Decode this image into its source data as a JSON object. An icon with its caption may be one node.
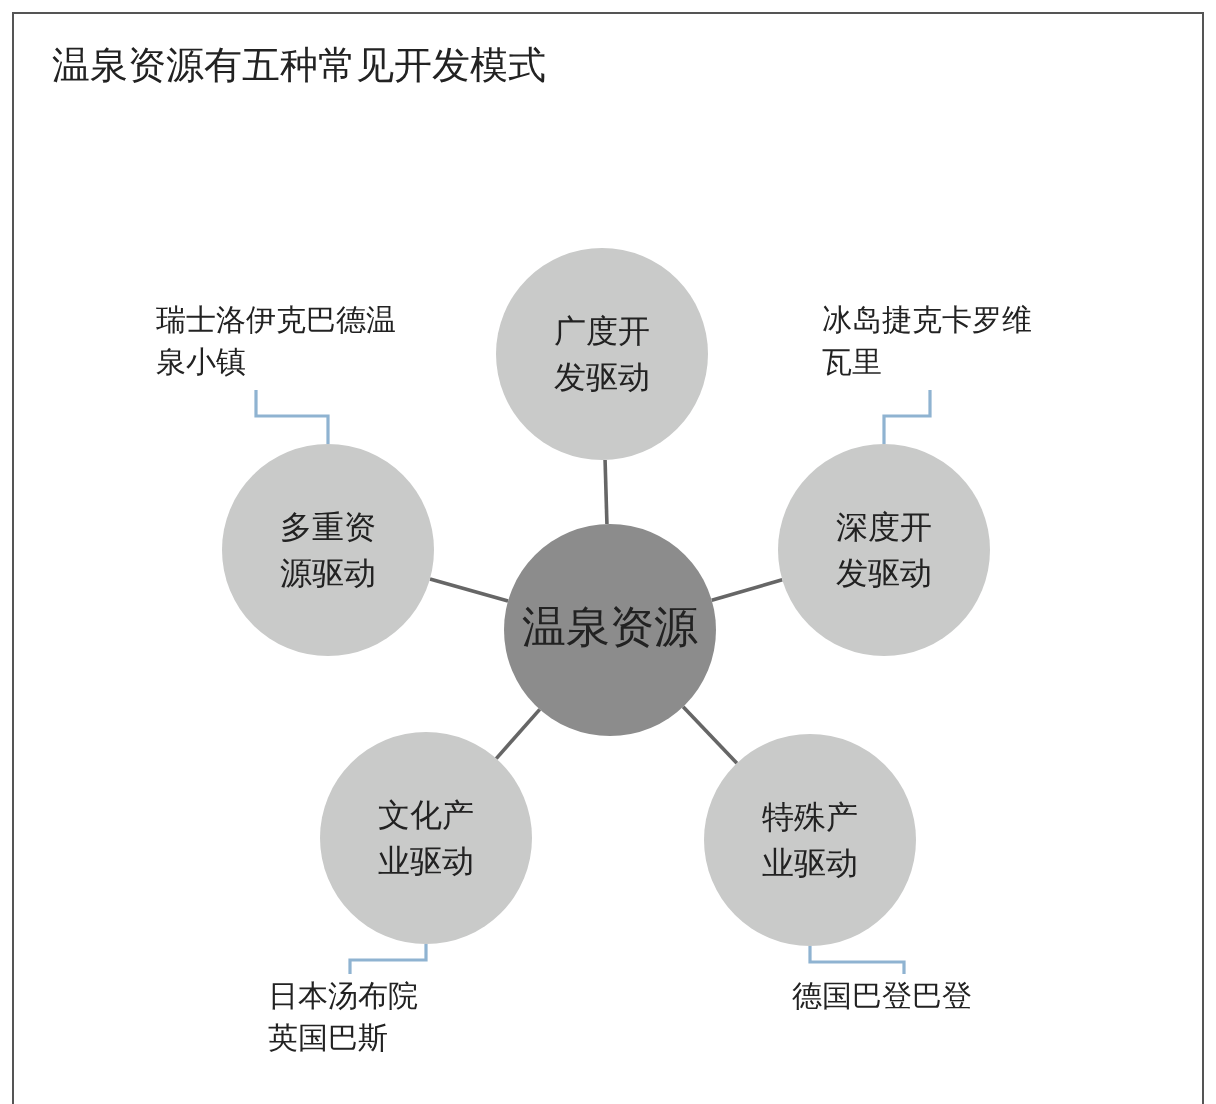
{
  "diagram": {
    "title": "温泉资源有五种常见开发模式",
    "nodes": [
      {
        "text": [
          "温泉资源"
        ]
      },
      {
        "text": [
          "广度开发驱动"
        ]
      },
      {
        "text": [
          "深度开发驱动"
        ]
      },
      {
        "text": [
          "特殊产业驱动"
        ]
      },
      {
        "text": [
          "文化产业驱动"
        ]
      },
      {
        "text": [
          "多重资源驱动"
        ]
      },
      {
        "text": [
          "瑞士洛伊克巴德温泉小镇"
        ]
      },
      {
        "text": [
          "冰岛捷克卡罗维瓦里"
        ]
      },
      {
        "text": [
          "日本汤布院英国巴斯"
        ]
      },
      {
        "text": [
          "德国巴登巴登"
        ]
      }
    ],
    "edges": [
      {
        "from": 0,
        "to": 1,
        "arrow": "none"
      },
      {
        "from": 0,
        "to": 2,
        "arrow": "none"
      },
      {
        "from": 0,
        "to": 3,
        "arrow": "none"
      },
      {
        "from": 0,
        "to": 4,
        "arrow": "none"
      },
      {
        "from": 0,
        "to": 5,
        "arrow": "none"
      },
      {
        "from": 6,
        "to": 5,
        "arrow": "none",
        "color": "#8fb3d1"
      },
      {
        "from": 7,
        "to": 2,
        "arrow": "none",
        "color": "#8fb3d1"
      },
      {
        "from": 8,
        "to": 4,
        "arrow": "none",
        "color": "#8fb3d1"
      },
      {
        "from": 9,
        "to": 3,
        "arrow": "none",
        "color": "#8fb3d1"
      }
    ]
  }
}
